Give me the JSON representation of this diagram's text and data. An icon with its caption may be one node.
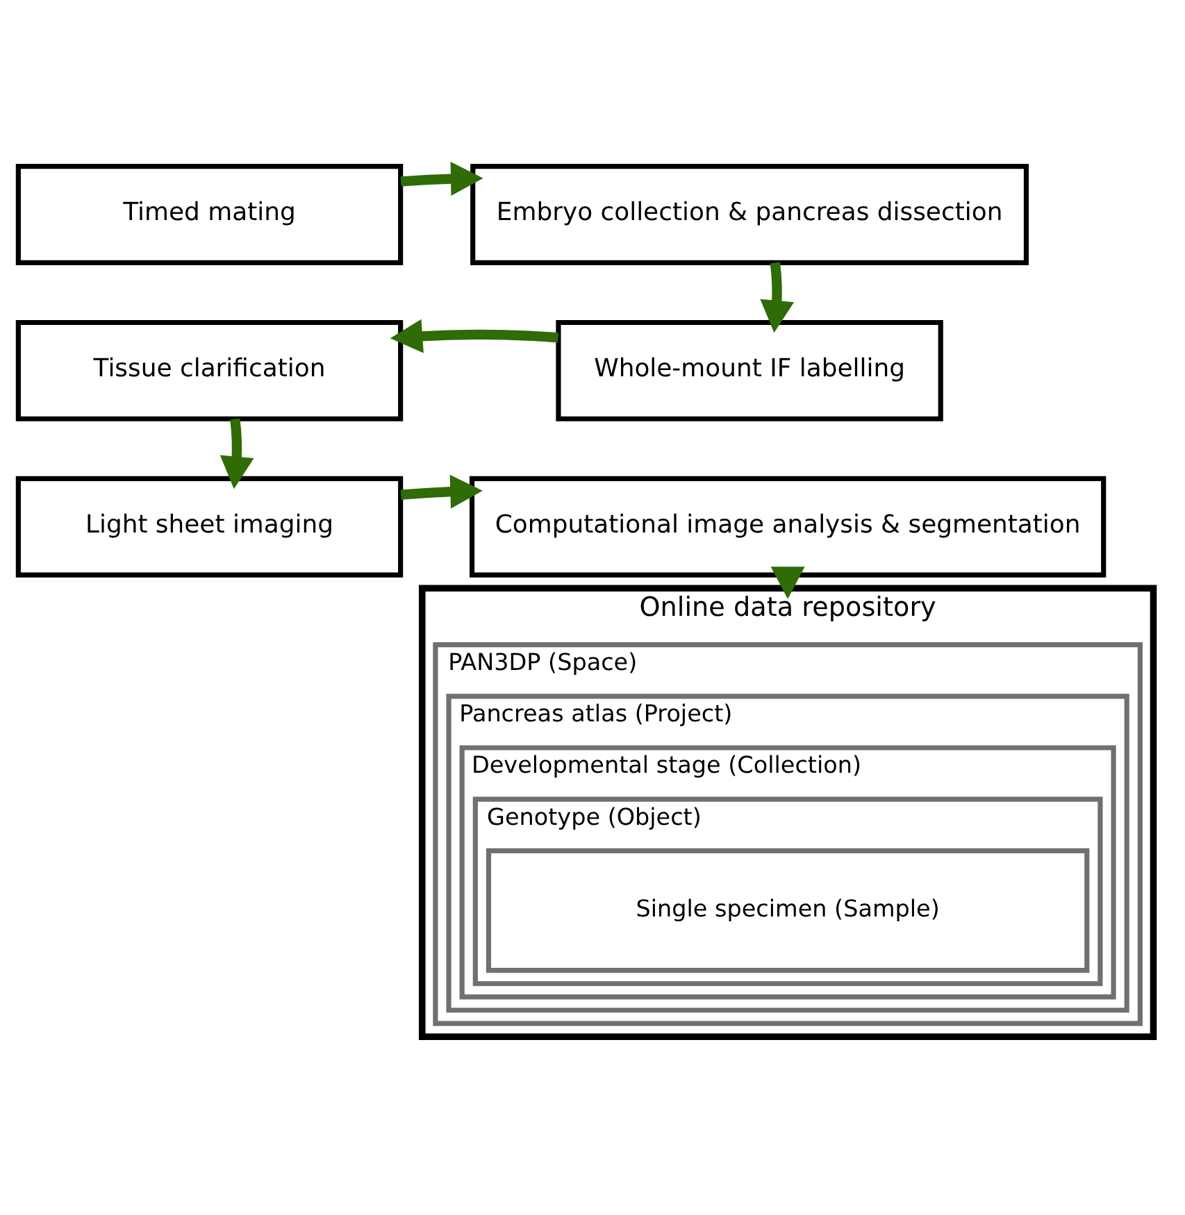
{
  "diagram": {
    "nodes": [
      {
        "text": [
          "Timed mating"
        ]
      },
      {
        "text": [
          "Embryo collection & pancreas dissection"
        ]
      },
      {
        "text": [
          "Tissue clarification"
        ]
      },
      {
        "text": [
          "Whole-mount IF labelling"
        ]
      },
      {
        "text": [
          "Light sheet imaging"
        ]
      },
      {
        "text": [
          "Computational image analysis & segmentation"
        ]
      },
      {
        "text": [
          "Online data repository"
        ]
      },
      {
        "text": [
          "PAN3DP (Space)"
        ],
        "in": 6
      },
      {
        "text": [
          "Pancreas atlas (Project)"
        ],
        "in": 7
      },
      {
        "text": [
          "Developmental stage (Collection)"
        ],
        "in": 8
      },
      {
        "text": [
          "Genotype (Object)"
        ],
        "in": 9
      },
      {
        "text": [
          "Single specimen (Sample)"
        ],
        "in": 10
      }
    ],
    "edges": [
      {
        "from": 0,
        "to": 1,
        "arrow": "to"
      },
      {
        "from": 1,
        "to": 3,
        "arrow": "to"
      },
      {
        "from": 3,
        "to": 2,
        "arrow": "to"
      },
      {
        "from": 2,
        "to": 4,
        "arrow": "to"
      },
      {
        "from": 4,
        "to": 5,
        "arrow": "to"
      },
      {
        "from": 5,
        "to": 6,
        "arrow": "to"
      }
    ]
  }
}
